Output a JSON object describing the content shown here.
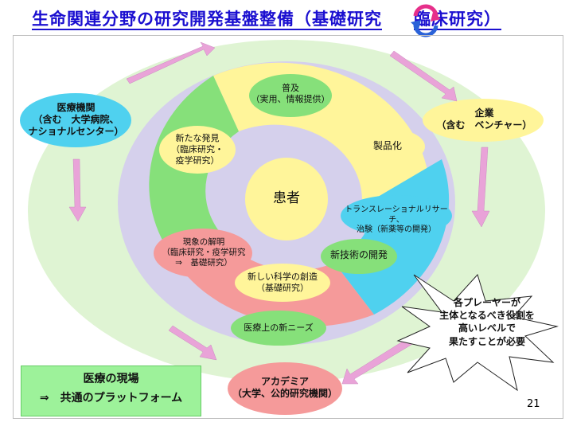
{
  "title": {
    "main": "生命関連分野の研究開発基盤整備（基礎研究",
    "tail": "臨床研究）"
  },
  "nodes": {
    "hospital": "医療機関\n（含む　大学病院、\nナショナルセンター）",
    "company": "企業\n（含む　ベンチャー）",
    "academia": "アカデミア\n（大学、公的研究機関）",
    "dissemination": "普及\n（実用、情報提供）",
    "new_discovery": "新たな発見\n（臨床研究・\n疫学研究）",
    "productization": "製品化",
    "patient": "患者",
    "translational": "トランスレーショナルリサーチ、\n治験（新薬等の開発）",
    "phenomenon": "現象の解明\n（臨床研究・疫学研究\n⇒　基礎研究）",
    "new_tech": "新技術の開発",
    "new_science": "新しい科学の創造\n（基礎研究）",
    "needs": "医療上の新ニーズ"
  },
  "callout": "各プレーヤーが\n主体となるべき役割を\n高いレベルで\n果たすことが必要",
  "platform": {
    "line1": "医療の現場",
    "line2": "⇒　共通のプラットフォーム"
  },
  "page_number": "21",
  "colors": {
    "title": "#1b0fd0",
    "yellow": "#fff59a",
    "cyan": "#4fd1ef",
    "pink": "#f59a9a",
    "green": "#86e07a",
    "outer_green": "#cfeec0",
    "ring": "#d5d0ec",
    "arrow": "#e9a3d8"
  }
}
